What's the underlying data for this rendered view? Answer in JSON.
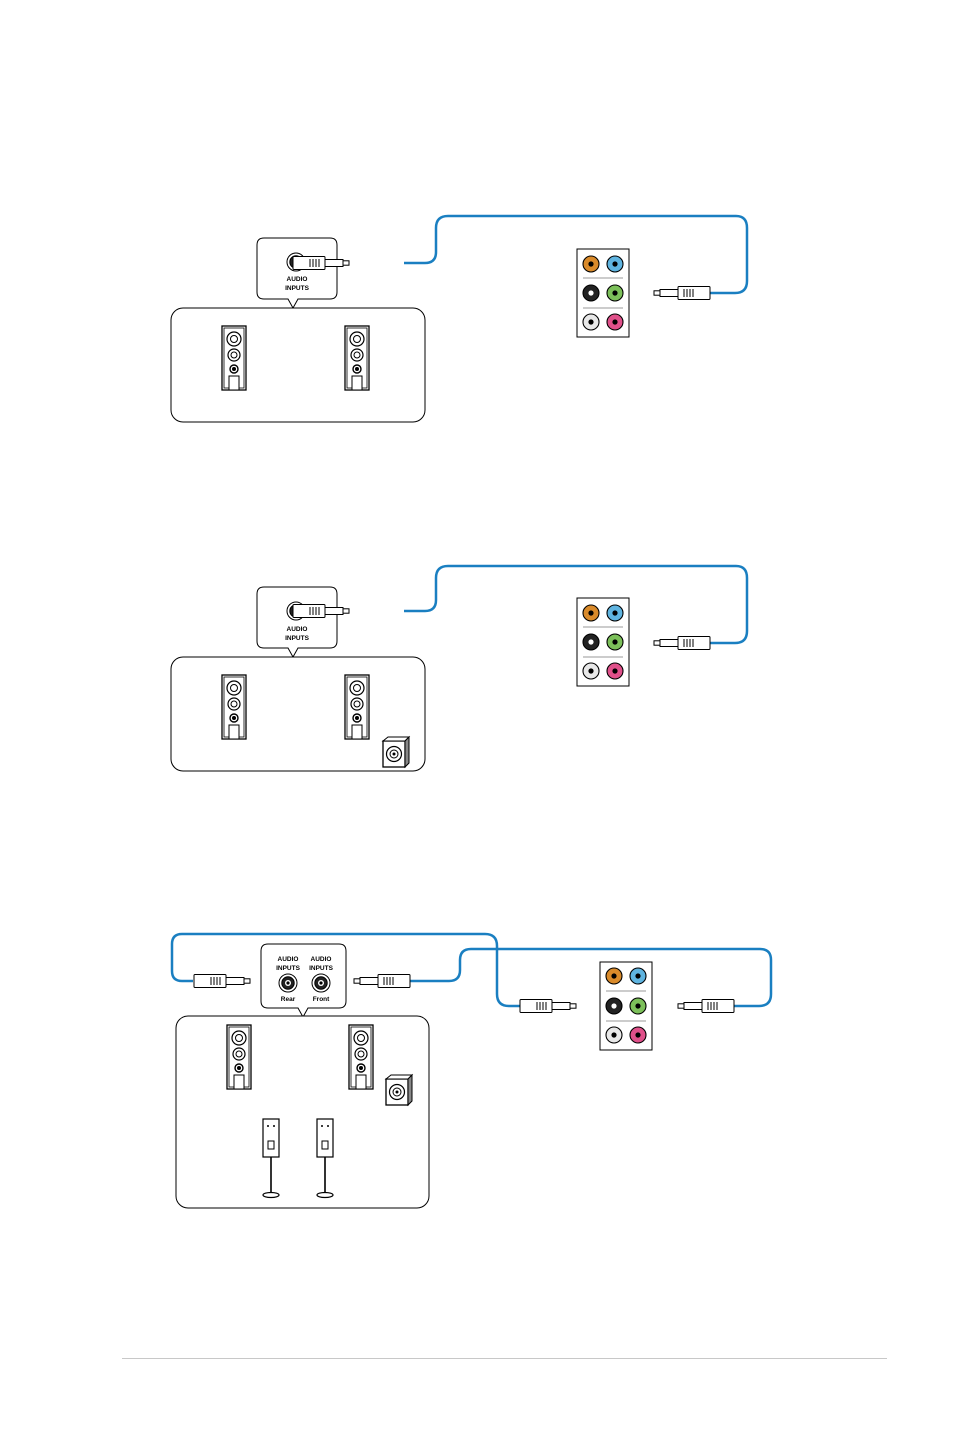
{
  "diagrams": [
    {
      "speaker_labels": [
        "AUDIO",
        "INPUTS"
      ]
    },
    {
      "speaker_labels": [
        "AUDIO",
        "INPUTS"
      ]
    },
    {
      "rear_labels": [
        "AUDIO",
        "INPUTS"
      ],
      "front_labels": [
        "AUDIO",
        "INPUTS"
      ],
      "rear_caption": "Rear",
      "front_caption": "Front"
    }
  ],
  "colors": {
    "cable": "#1a7fc1",
    "jack_orange": "#d98a2a",
    "jack_blue": "#5fb4e0",
    "jack_black": "#222222",
    "jack_green": "#7cc05a",
    "jack_gray": "#e8e8e8",
    "jack_pink": "#e0508a",
    "footer_rule": "#c8c8c8"
  }
}
